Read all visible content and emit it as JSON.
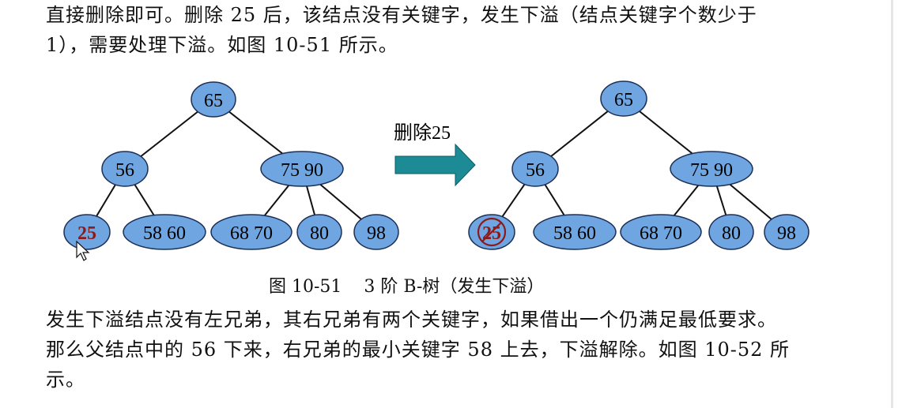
{
  "text": {
    "para_top": [
      "直接删除即可。删除 25 后，该结点没有关键字，发生下溢（结点关键字个数少于",
      "1），需要处理下溢。如图 10-51 所示。"
    ],
    "caption": "图 10-51    3 阶 B-树（发生下溢）",
    "para_bottom": [
      "发生下溢结点没有左兄弟，其右兄弟有两个关键字，如果借出一个仍满足最低要求。",
      "那么父结点中的 56 下来，右兄弟的最小关键字 58 上去，下溢解除。如图 10-52 所",
      "示。"
    ]
  },
  "diagram": {
    "arrow_label": "删除25",
    "colors": {
      "node_fill": "#6fa6e2",
      "node_stroke": "#1c2f55",
      "deleted_text": "#8b1a1a",
      "arrow_fill": "#1d8b95"
    },
    "left_tree": {
      "root": "65",
      "level1": [
        "56",
        "75 90"
      ],
      "leaves": [
        "25",
        "58 60",
        "68 70",
        "80",
        "98"
      ]
    },
    "right_tree": {
      "root": "65",
      "level1": [
        "56",
        "75 90"
      ],
      "leaves": [
        "25",
        "58 60",
        "68 70",
        "80",
        "98"
      ],
      "deleted_leaf": "25"
    }
  }
}
